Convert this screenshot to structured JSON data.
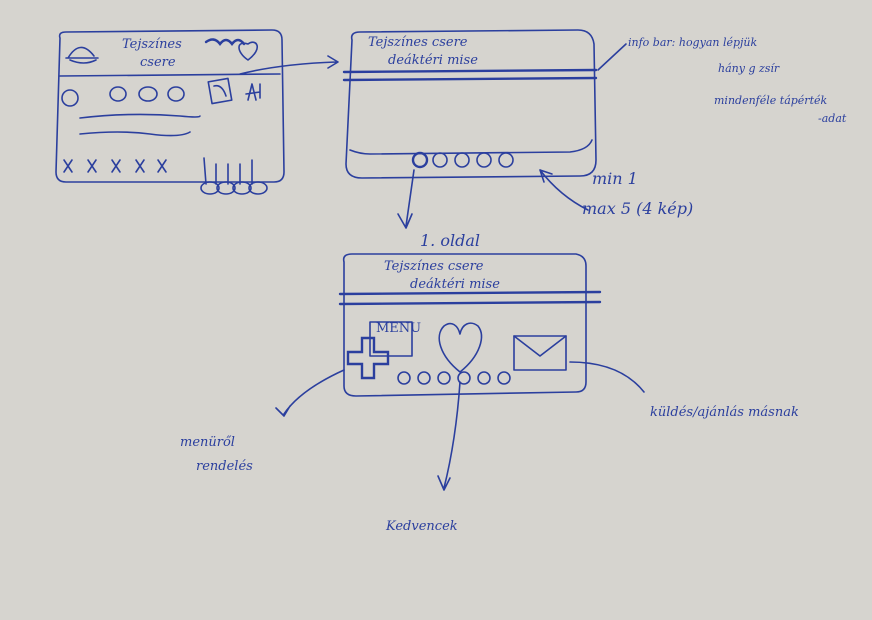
{
  "sketch_1": {
    "title_line1": "Tejszínes",
    "title_line2": "csere"
  },
  "sketch_2": {
    "title_line1": "Tejszínes csere",
    "title_line2": "deáktéri mise",
    "note_line1": "info bar: hogyan lépjük",
    "note_line2": "hány g zsír",
    "note_line3": "mindenféle tápérték",
    "note_line4": "-adat",
    "min_label": "min 1",
    "max_label": "max 5 (4 kép)"
  },
  "sketch_3": {
    "page_label": "1. oldal",
    "title_line1": "Tejszínes csere",
    "title_line2": "deáktéri mise",
    "menu_label": "MENU"
  },
  "annotations": {
    "menu_order_line1": "menüről",
    "menu_order_line2": "rendelés",
    "favorites": "Kedvencek",
    "send_recommend": "küldés/ajánlás másnak"
  }
}
